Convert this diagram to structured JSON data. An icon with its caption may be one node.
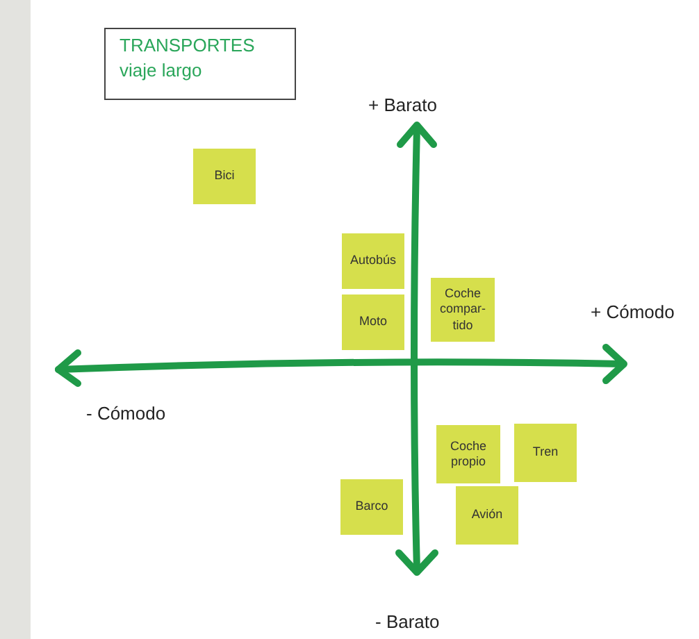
{
  "diagram": {
    "nodes": [
      {
        "text": [
          "TRANSPORTES",
          "viaje largo"
        ]
      },
      {
        "text": [
          "Bici"
        ]
      },
      {
        "text": [
          "Autobús"
        ]
      },
      {
        "text": [
          "Moto"
        ]
      },
      {
        "text": [
          "Coche compar- tido"
        ]
      },
      {
        "text": [
          "Coche propio"
        ]
      },
      {
        "text": [
          "Tren"
        ]
      },
      {
        "text": [
          "Barco"
        ]
      },
      {
        "text": [
          "Avión"
        ]
      }
    ],
    "edges": [],
    "labels": [
      "+ Barato",
      "+ Cómodo",
      "- Cómodo",
      "- Barato"
    ]
  }
}
